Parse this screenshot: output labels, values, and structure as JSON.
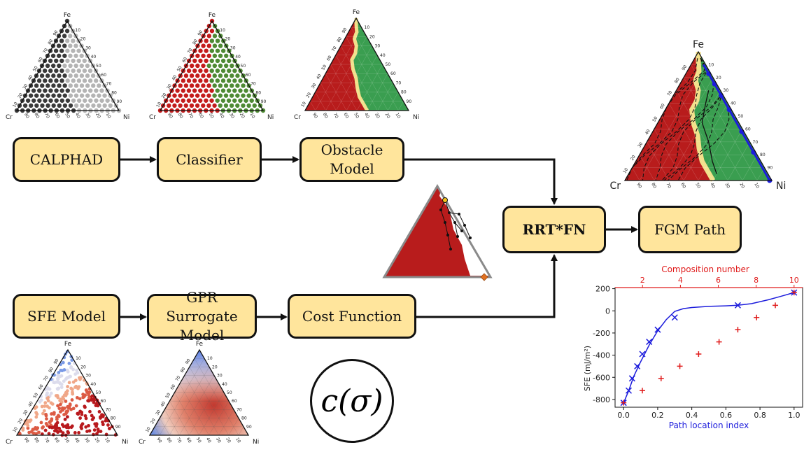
{
  "boxes": {
    "calphad": "CALPHAD",
    "classifier": "Classifier",
    "obstacle_line1": "Obstacle",
    "obstacle_line2": "Model",
    "rrt": "RRT*FN",
    "fgm": "FGM Path",
    "sfe": "SFE Model",
    "gpr_line1": "GPR Surrogate",
    "gpr_line2": "Model",
    "cost": "Cost Function"
  },
  "cost_symbol": "c(σ)",
  "ternary": {
    "top": "Fe",
    "left": "Cr",
    "right": "Ni",
    "ticks": [
      "10",
      "20",
      "30",
      "40",
      "50",
      "60",
      "70",
      "80",
      "90"
    ]
  },
  "colors": {
    "obstacle_red": "#b81c1c",
    "feasible_green": "#3a9e50",
    "boundary_yellow": "#f2e08a",
    "box_fill": "#ffe59c",
    "path_blue": "#1c1cdc",
    "comp_red": "#e01c1c"
  },
  "chart_data": {
    "type": "line",
    "xlabel": "Path location index",
    "ylabel": "SFE (mJ/m²)",
    "x2label": "Composition number",
    "xlim": [
      -0.05,
      1.05
    ],
    "ylim": [
      -870,
      210
    ],
    "xticks": [
      "0.0",
      "0.2",
      "0.4",
      "0.6",
      "0.8",
      "1.0"
    ],
    "yticks": [
      "200",
      "0",
      "-200",
      "-400",
      "-600",
      "-800"
    ],
    "x2ticks": [
      "2",
      "4",
      "6",
      "8",
      "10"
    ],
    "series": [
      {
        "marker": "x",
        "color": "#1c1cdc",
        "line": true,
        "x": [
          0.0,
          0.03,
          0.05,
          0.08,
          0.11,
          0.15,
          0.2,
          0.3,
          0.67,
          1.0
        ],
        "y": [
          -830,
          -720,
          -610,
          -500,
          -390,
          -280,
          -170,
          -60,
          50,
          165
        ]
      },
      {
        "marker": "+",
        "color": "#e01c1c",
        "line": false,
        "x": [
          0.0,
          0.11,
          0.22,
          0.33,
          0.44,
          0.56,
          0.67,
          0.78,
          0.89,
          1.0
        ],
        "y": [
          -830,
          -720,
          -610,
          -500,
          -390,
          -280,
          -170,
          -60,
          50,
          165
        ]
      }
    ],
    "curve": {
      "x": [
        0.0,
        0.03,
        0.06,
        0.1,
        0.15,
        0.2,
        0.25,
        0.3,
        0.35,
        0.4,
        0.5,
        0.6,
        0.67,
        0.75,
        0.85,
        0.92,
        1.0
      ],
      "y": [
        -830,
        -720,
        -590,
        -460,
        -310,
        -180,
        -80,
        -5,
        20,
        30,
        40,
        45,
        50,
        65,
        100,
        130,
        165
      ]
    }
  }
}
